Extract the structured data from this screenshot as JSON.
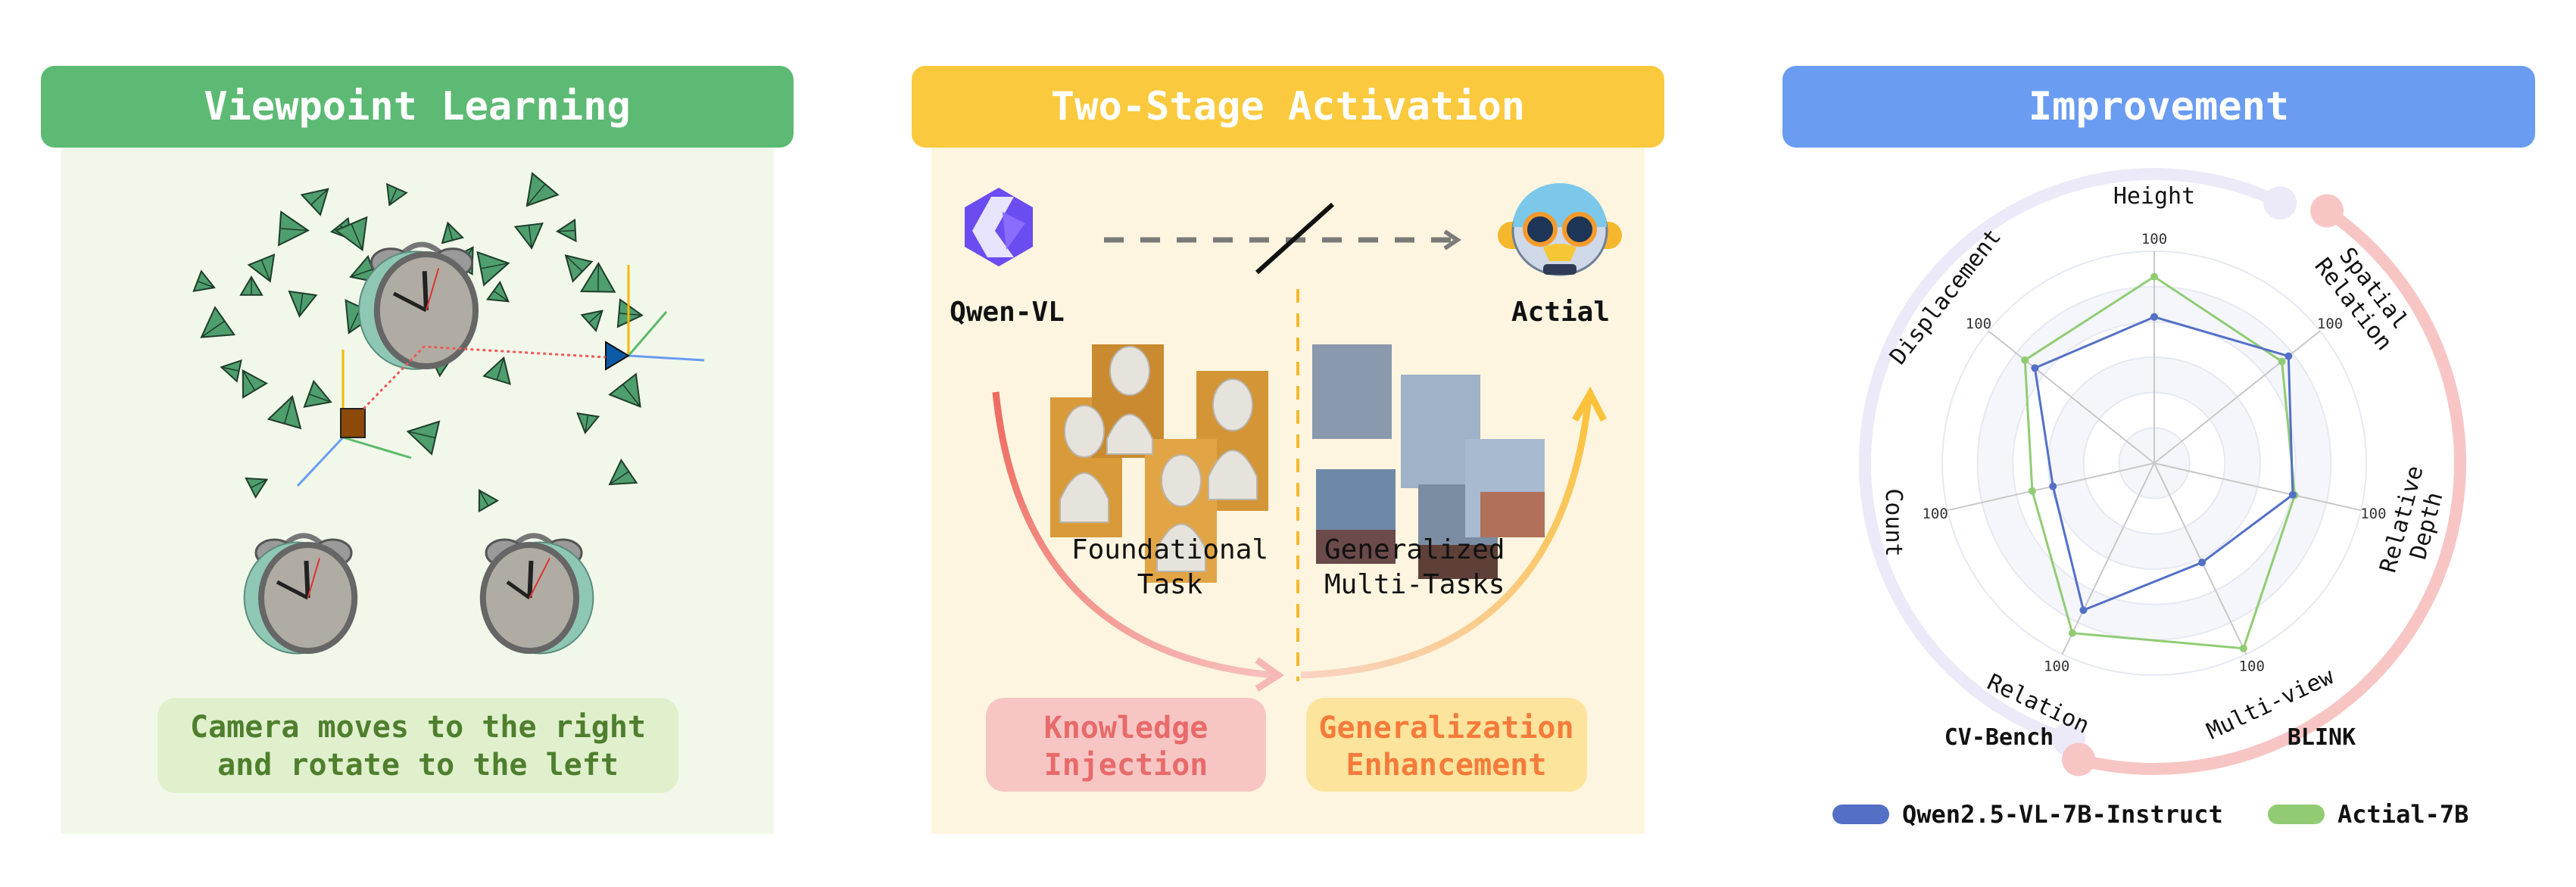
{
  "panels": {
    "viewpoint": {
      "title": "Viewpoint Learning",
      "caption_line1": "Camera moves to the right",
      "caption_line2": "and rotate to the left",
      "colors": {
        "header": "#5dba74",
        "body": "#f1f8ea",
        "caption_bg": "#e0f0cc",
        "caption_text": "#4f7f2e"
      }
    },
    "activation": {
      "title": "Two-Stage Activation",
      "source_model": "Qwen-VL",
      "target_model": "Actial",
      "left_task_line1": "Foundational",
      "left_task_line2": "Task",
      "right_task_line1": "Generalized",
      "right_task_line2": "Multi-Tasks",
      "stage1_line1": "Knowledge",
      "stage1_line2": "Injection",
      "stage2_line1": "Generalization",
      "stage2_line2": "Enhancement",
      "colors": {
        "header": "#fbc93d",
        "body": "#fdf5df",
        "stage1_bg": "#f7c6c4",
        "stage1_text": "#e86a6a",
        "stage2_bg": "#fde49d",
        "stage2_text": "#f57b3a"
      }
    },
    "improvement": {
      "title": "Improvement",
      "colors": {
        "header": "#6a9cf2"
      }
    }
  },
  "chart_data": {
    "type": "radar",
    "axes": [
      "Height",
      "Spatial Relation",
      "Relative Depth",
      "Multi-view",
      "Relation",
      "Count",
      "Displacement"
    ],
    "axis_max_labels": [
      "100",
      "100",
      "100",
      "100",
      "100",
      "100",
      "100"
    ],
    "range": [
      0,
      100
    ],
    "groups": [
      {
        "name": "CV-Bench",
        "color": "#ece9f8"
      },
      {
        "name": "BLINK",
        "color": "#f7c6c4"
      }
    ],
    "series": [
      {
        "name": "Qwen2.5-VL-7B-Instruct",
        "color": "#5470c6",
        "values": [
          69,
          81,
          67,
          52,
          77,
          49,
          72
        ]
      },
      {
        "name": "Actial-7B",
        "color": "#91cc75",
        "values": [
          88,
          77,
          68,
          97,
          89,
          59,
          78
        ]
      }
    ],
    "legend_position": "bottom"
  }
}
